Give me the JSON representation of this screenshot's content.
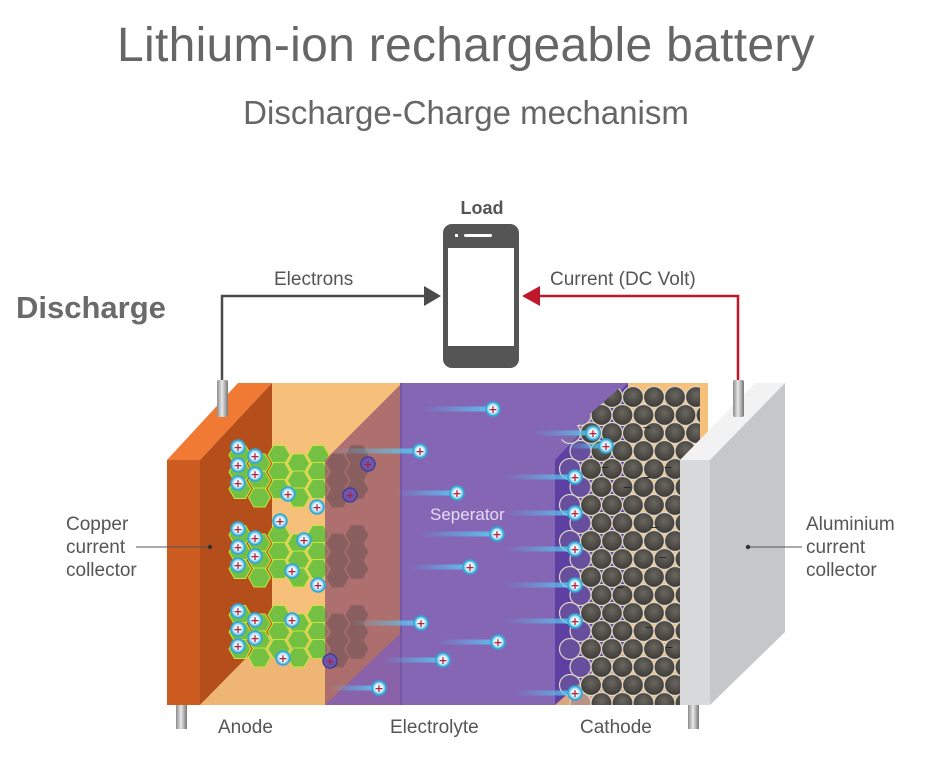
{
  "title": "Lithium-ion rechargeable battery",
  "subtitle": "Discharge-Charge mechanism",
  "mode": "Discharge",
  "circuit": {
    "load_label": "Load",
    "electrons_label": "Electrons",
    "current_label": "Current (DC Volt)",
    "load_device": "smartphone-icon",
    "electron_wire_color": "#4a4a4a",
    "current_wire_color": "#c0182a"
  },
  "callouts": {
    "left": [
      "Copper",
      "current",
      "collector"
    ],
    "right": [
      "Aluminium",
      "current",
      "collector"
    ]
  },
  "cell": {
    "separator_label": "Seperator",
    "bottom_labels": [
      "Anode",
      "Electrolyte",
      "Cathode"
    ],
    "colors": {
      "copper": "#c8561e",
      "copper_top": "#f07a34",
      "anode_bg": "#f6c07a",
      "graphite": "#74c043",
      "electrolyte": "#8466b4",
      "separator_dark": "#5e3fa2",
      "cathode_particle": "#55524d",
      "aluminium": "#c8c9cb",
      "ion": "#2fa8d8",
      "ion_sign": "#b2203a"
    },
    "ion_symbol": "+",
    "electron_symbol": "−"
  }
}
